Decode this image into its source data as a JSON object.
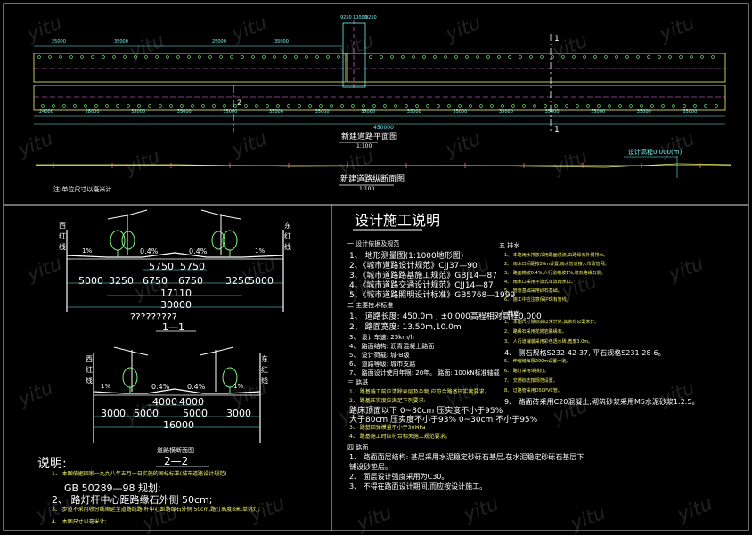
{
  "plan": {
    "top_dims": [
      "25000",
      "35000",
      "25000",
      "35000",
      "9250",
      "10000",
      "9250"
    ],
    "bottom_dims": [
      "24000",
      "28000",
      "35000",
      "35000",
      "35000",
      "35000",
      "35000",
      "35000",
      "35000",
      "35000",
      "35000",
      "35000",
      "35000",
      "35000",
      "35000"
    ],
    "total_dim": "450000",
    "section_mark_1": "1",
    "section_mark_2": "2",
    "title": "新建道路平面图",
    "scale": "1:100"
  },
  "profile": {
    "grade_label": "设计高程0.000(m)",
    "title": "新建道路纵断面图",
    "scale": "1:100",
    "note_left": "注:单位尺寸以毫米计"
  },
  "section1": {
    "left_road": "西红线",
    "right_road": "东红线",
    "slope_left": "0.4%",
    "slope_right": "0.4%",
    "side_slope_left": "1%",
    "side_slope_right": "1%",
    "dim_row1": [
      "5750",
      "5750"
    ],
    "dim_row2": [
      "5000",
      "3250",
      "6750",
      "6750",
      "3250",
      "5000"
    ],
    "dim_total1": "17110",
    "dim_total2": "30000",
    "subtitle": "?????????",
    "label": "1—1"
  },
  "section2": {
    "left_road": "西红线",
    "right_road": "东红线",
    "slope_left": "0.4%",
    "slope_right": "0.4%",
    "side_slope_left": "1%",
    "side_slope_right": "1%",
    "dim_row1": [
      "4000",
      "4000"
    ],
    "dim_row2": [
      "3000",
      "5000",
      "5000",
      "3000"
    ],
    "dim_total": "16000",
    "subtitle": "道路横断面图",
    "label": "2—2"
  },
  "notes_left": {
    "heading": "说明:",
    "items": [
      "1、 本图依据国家一九九八年五月一日实施的国标标准(城市道路设计规范)",
      "GB 50289—98 规划;",
      "2、 路灯杆中心距路缘石外侧 50cm;",
      "3、 步道不采用收分线顺延至道路线路,杆中心距路缘石外侧 50cm,路灯高度8米,单挑灯;",
      "4、 本图尺寸以毫米计;"
    ]
  },
  "design": {
    "title": "设计施工说明",
    "sec1_title": "一  设计依据及规范",
    "sec1_items": [
      "1、 地形测量图(1:1000地形图)",
      "2、《城市道路设计规范》CJJ37—90",
      "3、《城市道路路基施工规范》GBJ14—87",
      "4、《城市道路交通设计规范》CJJ14—87",
      "5、《城市道路照明设计标准》GB5768—1999"
    ],
    "sec2_title": "二  主要技术标准",
    "sec2_items": [
      "1、 道路长度: 450.0m ,  ±0.000高程相对高程0.000",
      "2、 路面宽度: 13.50m,10.0m",
      "3、 设计车速: 25km/h",
      "4、 路面结构: 沥青混凝土路面",
      "5、 设计荷载: 城-B级",
      "6、 道路等级: 城市支路",
      "7、 路面设计使用年限: 20年。   路面: 100kN标准轴载"
    ],
    "sec3_title": "三  路基",
    "sec3_items": [
      "1、 路基施工前应清除表层及杂物,应符合路基压实度要求。",
      "2、 路基压实度应满足下列要求:",
      "路床顶面以下 0~80cm 压实度不小于95%",
      "大于80cm 压实度不小于93%   0~30cm 不小于95%",
      "3、 路基回弹模量不小于30MPa",
      "4、 路基施工时应符合相关施工规范要求。"
    ],
    "sec4_title": "四  路面",
    "sec4_items": [
      "1、 路面面层结构: 基层采用水泥稳定砂砾石基层,在水泥稳定砂砾石基层下",
      "铺设砂垫层。",
      "2、 面层设计强度采用为C30。",
      "3、 不得在路面设计期间,而应按设计施工。"
    ],
    "sec5_title": "五  排水",
    "sec5_items": [
      "1、 本路雨水排放采用路面漫流,由路缘石外侧排水。",
      "2、 雨水口间距按20m设置,雨水管道接入市政管网。",
      "3、 路面横坡0.4%,人行道横坡1%,坡向路缘石侧。",
      "4、 雨水口采用平箅式单箅雨水口。",
      "5、 管道基础采用砂石基础。",
      "6、 施工中应注意保护现有管线。"
    ],
    "sec6_title": "六  其它",
    "sec6_items": [
      "1、 本图尺寸除标高以米计外,其余均以毫米计。",
      "2、 路缘石采用花岗岩路缘石。",
      "3、 人行道铺装采用彩色透水砖,宽度3.0m。",
      "4、 侧石规格S232-42-37, 平石规格S231-28-6。",
      "5、 伸缩缝每隔200m设置一道。",
      "6、 路灯采用单挑灯。",
      "7、 交通标志按规范设置。",
      "8、 过路管采用D50PVC管。",
      "9、 路面砖采用C20混凝土,砌筑砂浆采用M5水泥砂浆1:2.5。"
    ]
  },
  "watermark": "yitu",
  "colors": {
    "background": "#000000",
    "frame": "#ffffff",
    "yellow": "#f5f56a",
    "cyan": "#6ef2f2",
    "magenta": "#ff7dff",
    "green": "#7bf57b",
    "red": "#ff6b6b"
  }
}
